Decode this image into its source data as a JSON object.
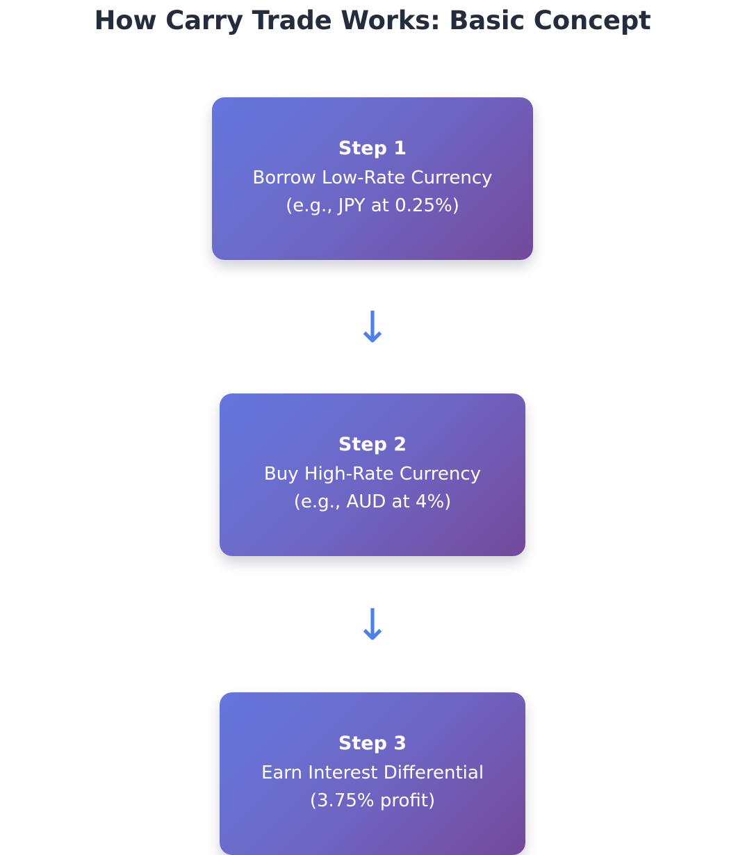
{
  "page": {
    "title": "How Carry Trade Works: Basic Concept",
    "background_color": "#ffffff",
    "title_color": "#252d3d"
  },
  "theme": {
    "box_gradient_start": "#6476dd",
    "box_gradient_end": "#73499c",
    "box_text_color": "#ffffff",
    "arrow_color": "#4c81e8"
  },
  "flow": {
    "arrow_glyph": "↓",
    "steps": [
      {
        "title": "Step 1",
        "line1": "Borrow Low-Rate Currency",
        "line2": "(e.g., JPY at 0.25%)"
      },
      {
        "title": "Step 2",
        "line1": "Buy High-Rate Currency",
        "line2": "(e.g., AUD at 4%)"
      },
      {
        "title": "Step 3",
        "line1": "Earn Interest Differential",
        "line2": "(3.75% profit)"
      }
    ],
    "arrows": [
      {
        "glyph": "↓"
      },
      {
        "glyph": "↓"
      }
    ]
  }
}
